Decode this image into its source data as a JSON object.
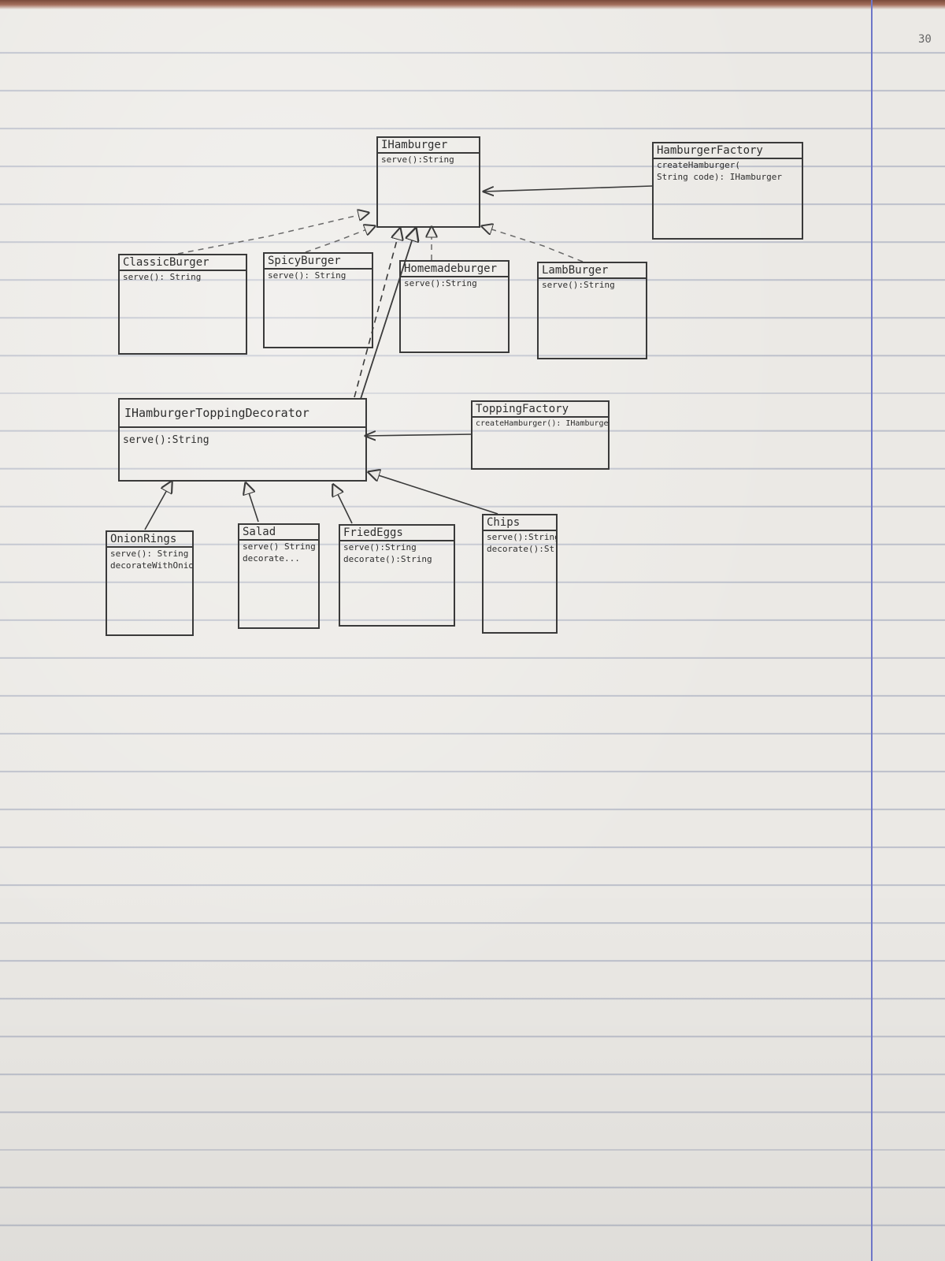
{
  "page_number": "30",
  "classes": {
    "hamburger": {
      "name": "IHamburger",
      "methods": [
        "serve():String"
      ]
    },
    "hamburger_factory": {
      "name": "HamburgerFactory",
      "methods": [
        "createHamburger(",
        "String code): IHamburger"
      ]
    },
    "classic_burger": {
      "name": "ClassicBurger",
      "methods": [
        "serve(): String"
      ]
    },
    "spicy_burger": {
      "name": "SpicyBurger",
      "methods": [
        "serve(): String"
      ]
    },
    "homemade_burger": {
      "name": "Homemadeburger",
      "methods": [
        "serve():String"
      ]
    },
    "lamb_burger": {
      "name": "LambBurger",
      "methods": [
        "serve():String"
      ]
    },
    "topping_decorator": {
      "name": "IHamburgerToppingDecorator",
      "methods": [
        "serve():String"
      ]
    },
    "topping_factory": {
      "name": "ToppingFactory",
      "methods": [
        "createHamburger(): IHamburger"
      ]
    },
    "onion_rings": {
      "name": "OnionRings",
      "methods": [
        "serve(): String +",
        "decorateWithOnion()"
      ]
    },
    "salad": {
      "name": "Salad",
      "methods": [
        "serve() String",
        "decorate..."
      ]
    },
    "fried_eggs": {
      "name": "FriedEggs",
      "methods": [
        "serve():String",
        "decorate():String"
      ]
    },
    "chips": {
      "name": "Chips",
      "methods": [
        "serve():String",
        "decorate():String"
      ]
    }
  },
  "colors": {
    "ink": "#3a3a3a",
    "paper": "#ebe9e5",
    "rule": "#6e76c8"
  }
}
